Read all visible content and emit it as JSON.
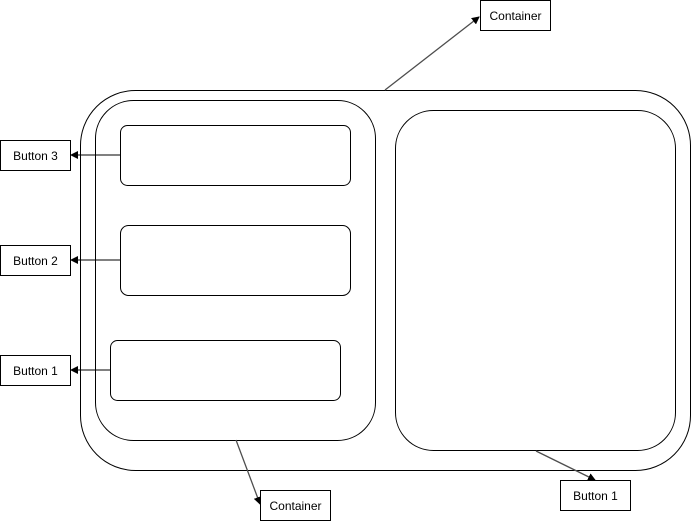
{
  "diagram": {
    "labels": {
      "top_container": "Container",
      "bottom_container": "Container",
      "button_3": "Button 3",
      "button_2": "Button 2",
      "button_1_left": "Button 1",
      "button_1_right": "Button 1"
    },
    "colors": {
      "stroke": "#000000",
      "connector": "#4d4d4d",
      "fill": "#ffffff"
    }
  }
}
